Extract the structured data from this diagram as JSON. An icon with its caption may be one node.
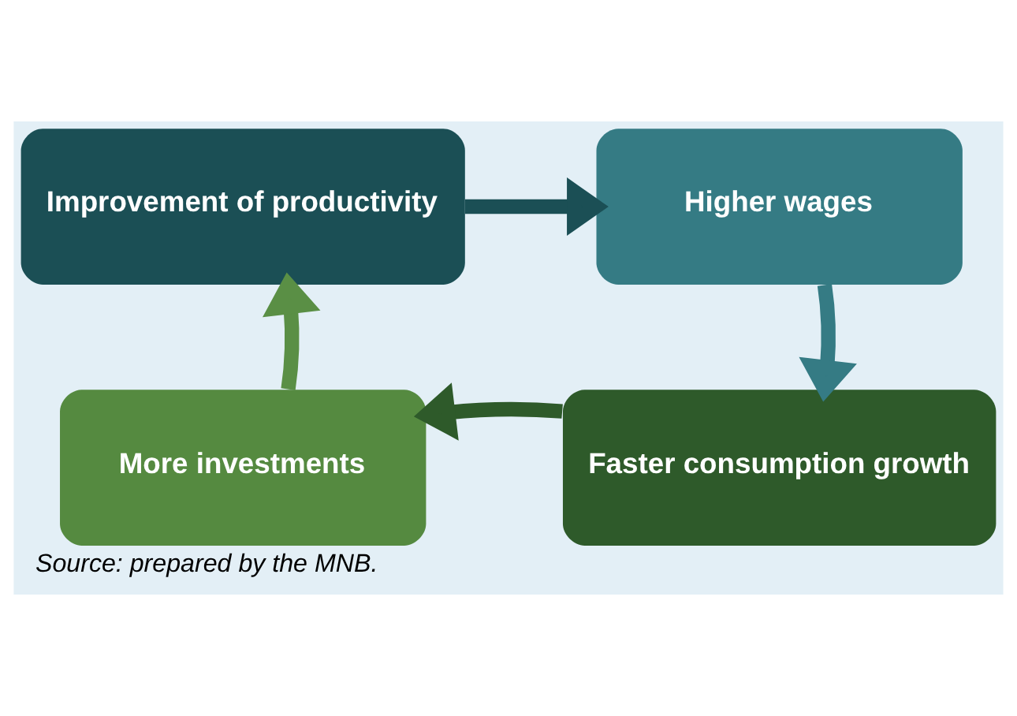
{
  "diagram": {
    "caption": "Source: prepared by the MNB.",
    "nodes": [
      {
        "text": [
          "Improvement of productivity"
        ]
      },
      {
        "text": [
          "Higher wages"
        ]
      },
      {
        "text": [
          "Faster consumption growth"
        ]
      },
      {
        "text": [
          "More investments"
        ]
      }
    ],
    "edges": [
      {
        "from": 0,
        "to": 1,
        "arrow": "to",
        "color": "#1b4f55"
      },
      {
        "from": 1,
        "to": 2,
        "arrow": "to",
        "color": "#357b84"
      },
      {
        "from": 2,
        "to": 3,
        "arrow": "to",
        "color": "#2e5a2a"
      },
      {
        "from": 3,
        "to": 0,
        "arrow": "to",
        "color": "#5a8f45"
      }
    ]
  }
}
